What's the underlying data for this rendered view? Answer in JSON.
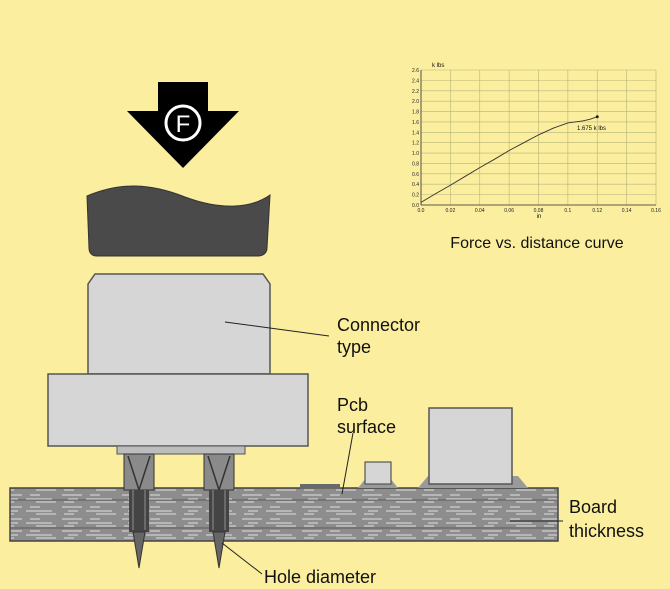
{
  "force_symbol": "F",
  "labels": {
    "connector_line1": "Connector",
    "connector_line2": "type",
    "pcb_line1": "Pcb",
    "pcb_line2": "surface",
    "board_line1": "Board",
    "board_line2": "thickness",
    "hole": "Hole diameter",
    "curve_caption": "Force vs. distance curve"
  },
  "colors": {
    "background": "#fbee9e",
    "board": "#8a8a8a",
    "connector": "#d4d4d4",
    "press_die": "#4a4a4a",
    "arrow": "#000000"
  },
  "chart_data": {
    "type": "line",
    "ylabel": "k lbs",
    "xlabel": "in",
    "ylim": [
      0,
      2.6
    ],
    "xlim": [
      0,
      0.16
    ],
    "y_ticks": [
      "0.0",
      "0.2",
      "0.4",
      "0.6",
      "0.8",
      "1.0",
      "1.2",
      "1.4",
      "1.6",
      "1.8",
      "2.0",
      "2.2",
      "2.4",
      "2.6"
    ],
    "x_ticks": [
      "0.0",
      "0.02",
      "0.04",
      "0.06",
      "0.08",
      "0.1",
      "0.12",
      "0.14",
      "0.16"
    ],
    "x": [
      0,
      0.01,
      0.02,
      0.03,
      0.04,
      0.05,
      0.06,
      0.07,
      0.08,
      0.09,
      0.1,
      0.11,
      0.115,
      0.12
    ],
    "y": [
      0.05,
      0.22,
      0.38,
      0.55,
      0.72,
      0.88,
      1.05,
      1.2,
      1.35,
      1.48,
      1.58,
      1.62,
      1.65,
      1.7
    ],
    "annotation": "1.675 k lbs",
    "grid": true
  }
}
